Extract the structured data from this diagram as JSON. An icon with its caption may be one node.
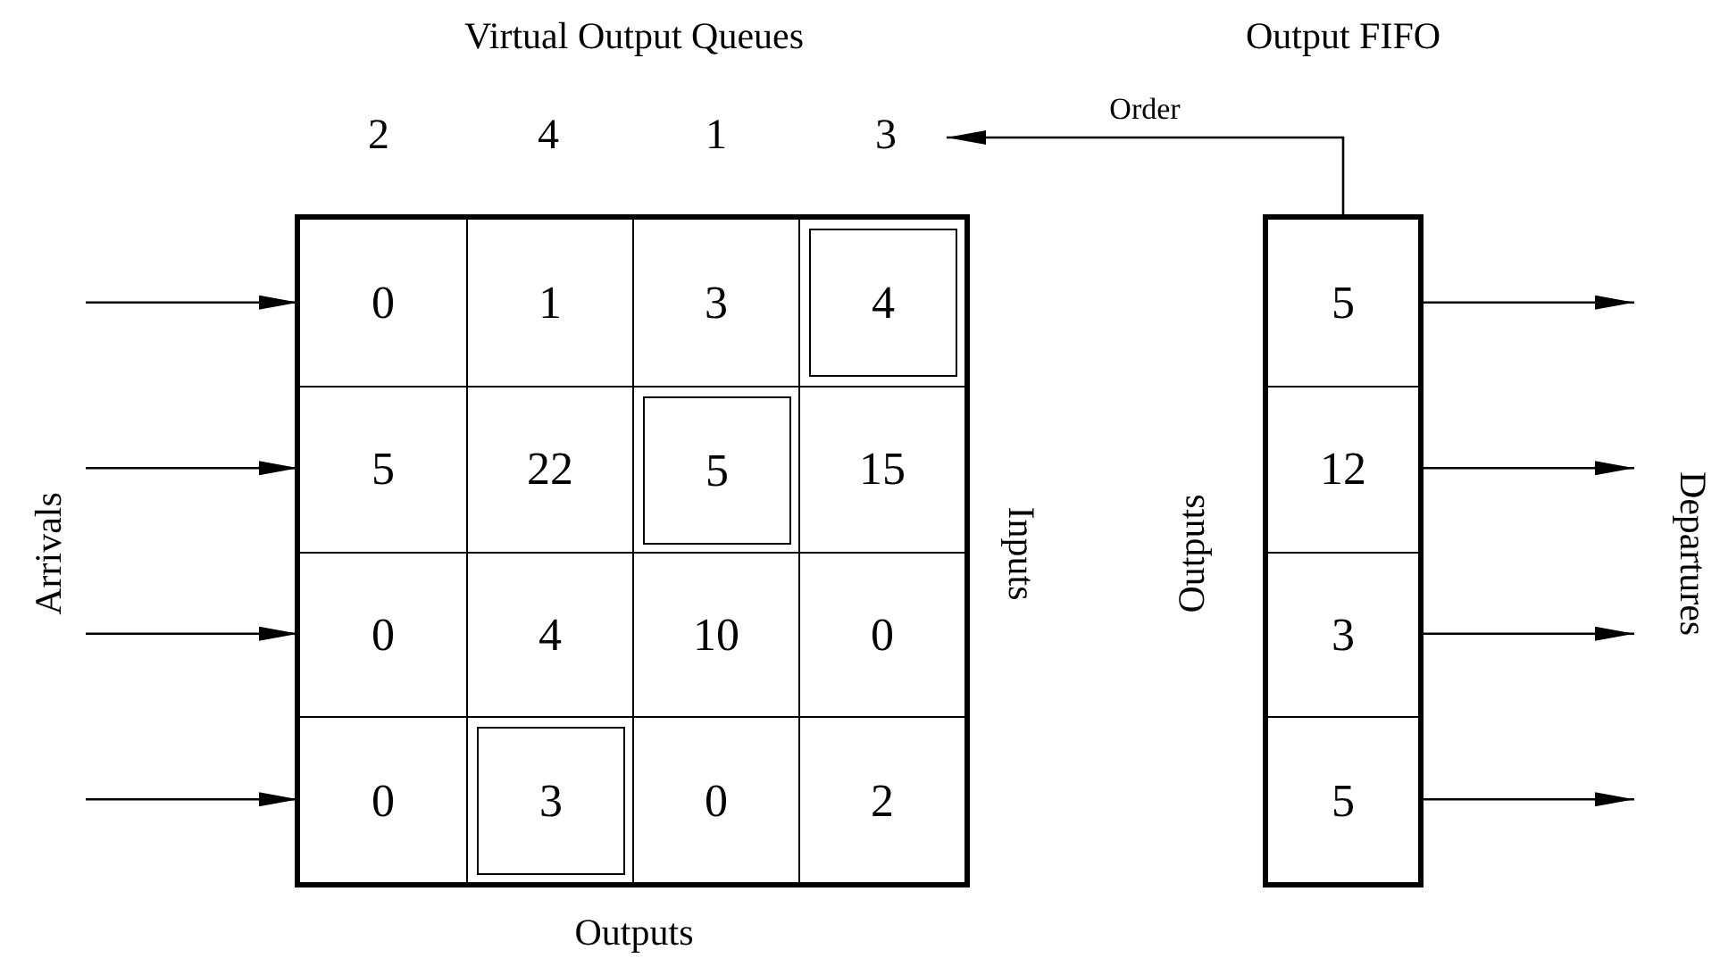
{
  "diagram": {
    "nodes": [
      {
        "text": [
          "2",
          "4",
          "1",
          "3"
        ]
      },
      {
        "text": [],
        "shape": "box"
      },
      {
        "text": [
          "0"
        ],
        "in": 1
      },
      {
        "text": [
          "1"
        ],
        "in": 1
      },
      {
        "text": [
          "3"
        ],
        "in": 1
      },
      {
        "text": [],
        "shape": "box",
        "in": 1
      },
      {
        "text": [
          "4"
        ],
        "in": 5
      },
      {
        "text": [
          "5"
        ],
        "in": 1
      },
      {
        "text": [
          "22"
        ],
        "in": 1
      },
      {
        "text": [],
        "shape": "box",
        "in": 1
      },
      {
        "text": [
          "5"
        ],
        "in": 9
      },
      {
        "text": [
          "15"
        ],
        "in": 1
      },
      {
        "text": [
          "0"
        ],
        "in": 1
      },
      {
        "text": [
          "4"
        ],
        "in": 1
      },
      {
        "text": [
          "10"
        ],
        "in": 1
      },
      {
        "text": [
          "0"
        ],
        "in": 1
      },
      {
        "text": [
          "0"
        ],
        "in": 1
      },
      {
        "text": [],
        "shape": "box",
        "in": 1
      },
      {
        "text": [
          "3"
        ],
        "in": 17
      },
      {
        "text": [
          "0"
        ],
        "in": 1
      },
      {
        "text": [
          "2"
        ],
        "in": 1
      },
      {
        "text": [],
        "shape": "box"
      },
      {
        "text": [
          "5"
        ],
        "in": 21
      },
      {
        "text": [
          "12"
        ],
        "in": 21
      },
      {
        "text": [
          "3"
        ],
        "in": 21
      },
      {
        "text": [
          "5"
        ],
        "in": 21
      }
    ],
    "edges": [
      {
        "from": 21,
        "to": 0,
        "arrow": "to",
        "label": "Order"
      },
      {
        "from": null,
        "to": 2,
        "arrow": "to"
      },
      {
        "from": null,
        "to": 7,
        "arrow": "to"
      },
      {
        "from": null,
        "to": 12,
        "arrow": "to"
      },
      {
        "from": null,
        "to": 16,
        "arrow": "to"
      },
      {
        "from": 22,
        "to": null,
        "arrow": "to"
      },
      {
        "from": 23,
        "to": null,
        "arrow": "to"
      },
      {
        "from": 24,
        "to": null,
        "arrow": "to"
      },
      {
        "from": 25,
        "to": null,
        "arrow": "to"
      }
    ],
    "labels": [
      "Virtual Output Queues",
      "Output FIFO",
      "Arrivals",
      "Inputs",
      "Outputs",
      "Departures",
      "Outputs"
    ]
  }
}
